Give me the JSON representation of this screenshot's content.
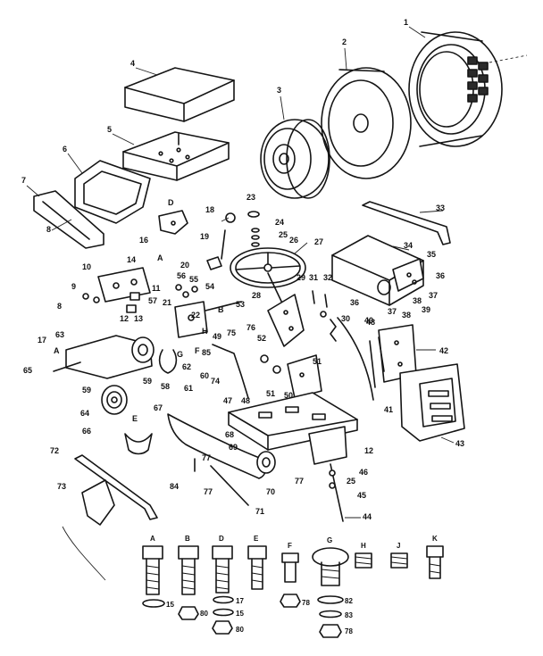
{
  "diagram": {
    "callouts": [
      {
        "id": "c1",
        "text": "1"
      },
      {
        "id": "c2",
        "text": "2"
      },
      {
        "id": "c3",
        "text": "3"
      },
      {
        "id": "c4",
        "text": "4"
      },
      {
        "id": "c5",
        "text": "5"
      },
      {
        "id": "c6",
        "text": "6"
      },
      {
        "id": "c7",
        "text": "7"
      },
      {
        "id": "c8",
        "text": "8"
      },
      {
        "id": "c8b",
        "text": "8"
      },
      {
        "id": "c9",
        "text": "9"
      },
      {
        "id": "c10",
        "text": "10"
      },
      {
        "id": "c11",
        "text": "11"
      },
      {
        "id": "c12",
        "text": "12"
      },
      {
        "id": "c12b",
        "text": "12"
      },
      {
        "id": "c13",
        "text": "13"
      },
      {
        "id": "c14",
        "text": "14"
      },
      {
        "id": "c16",
        "text": "16"
      },
      {
        "id": "c17",
        "text": "17"
      },
      {
        "id": "c18",
        "text": "18"
      },
      {
        "id": "c19",
        "text": "19"
      },
      {
        "id": "c20",
        "text": "20"
      },
      {
        "id": "c21",
        "text": "21"
      },
      {
        "id": "c22",
        "text": "22"
      },
      {
        "id": "c23",
        "text": "23"
      },
      {
        "id": "c24",
        "text": "24"
      },
      {
        "id": "c25",
        "text": "25"
      },
      {
        "id": "c25b",
        "text": "25"
      },
      {
        "id": "c26",
        "text": "26"
      },
      {
        "id": "c27",
        "text": "27"
      },
      {
        "id": "c28",
        "text": "28"
      },
      {
        "id": "c29",
        "text": "29"
      },
      {
        "id": "c30",
        "text": "30"
      },
      {
        "id": "c31",
        "text": "31"
      },
      {
        "id": "c32",
        "text": "32"
      },
      {
        "id": "c33",
        "text": "33"
      },
      {
        "id": "c34",
        "text": "34"
      },
      {
        "id": "c35",
        "text": "35"
      },
      {
        "id": "c36",
        "text": "36"
      },
      {
        "id": "c36b",
        "text": "36"
      },
      {
        "id": "c37",
        "text": "37"
      },
      {
        "id": "c37b",
        "text": "37"
      },
      {
        "id": "c38",
        "text": "38"
      },
      {
        "id": "c38b",
        "text": "38"
      },
      {
        "id": "c39",
        "text": "39"
      },
      {
        "id": "c40",
        "text": "40"
      },
      {
        "id": "c41",
        "text": "41"
      },
      {
        "id": "c42",
        "text": "42"
      },
      {
        "id": "c43",
        "text": "43"
      },
      {
        "id": "c44",
        "text": "44"
      },
      {
        "id": "c45",
        "text": "45"
      },
      {
        "id": "c46",
        "text": "46"
      },
      {
        "id": "c47",
        "text": "47"
      },
      {
        "id": "c48",
        "text": "48"
      },
      {
        "id": "c48b",
        "text": "48"
      },
      {
        "id": "c49",
        "text": "49"
      },
      {
        "id": "c50",
        "text": "50"
      },
      {
        "id": "c51",
        "text": "51"
      },
      {
        "id": "c51b",
        "text": "51"
      },
      {
        "id": "c52",
        "text": "52"
      },
      {
        "id": "c53",
        "text": "53"
      },
      {
        "id": "c54",
        "text": "54"
      },
      {
        "id": "c55",
        "text": "55"
      },
      {
        "id": "c56",
        "text": "56"
      },
      {
        "id": "c57",
        "text": "57"
      },
      {
        "id": "c58",
        "text": "58"
      },
      {
        "id": "c59",
        "text": "59"
      },
      {
        "id": "c59b",
        "text": "59"
      },
      {
        "id": "c60",
        "text": "60"
      },
      {
        "id": "c61",
        "text": "61"
      },
      {
        "id": "c62",
        "text": "62"
      },
      {
        "id": "c63",
        "text": "63"
      },
      {
        "id": "c64",
        "text": "64"
      },
      {
        "id": "c65",
        "text": "65"
      },
      {
        "id": "c66",
        "text": "66"
      },
      {
        "id": "c67",
        "text": "67"
      },
      {
        "id": "c68",
        "text": "68"
      },
      {
        "id": "c69",
        "text": "69"
      },
      {
        "id": "c70",
        "text": "70"
      },
      {
        "id": "c71",
        "text": "71"
      },
      {
        "id": "c72",
        "text": "72"
      },
      {
        "id": "c73",
        "text": "73"
      },
      {
        "id": "c74",
        "text": "74"
      },
      {
        "id": "c75",
        "text": "75"
      },
      {
        "id": "c76",
        "text": "76"
      },
      {
        "id": "c77",
        "text": "77"
      },
      {
        "id": "c77b",
        "text": "77"
      },
      {
        "id": "c77c",
        "text": "77"
      },
      {
        "id": "c84",
        "text": "84"
      },
      {
        "id": "c85",
        "text": "85"
      },
      {
        "id": "cA1",
        "text": "A"
      },
      {
        "id": "cA2",
        "text": "A"
      },
      {
        "id": "cB1",
        "text": "B"
      },
      {
        "id": "cD1",
        "text": "D"
      },
      {
        "id": "cE1",
        "text": "E"
      },
      {
        "id": "cF1",
        "text": "F"
      },
      {
        "id": "cG1",
        "text": "G"
      },
      {
        "id": "cH1",
        "text": "H"
      }
    ],
    "hardware": {
      "letters": [
        "A",
        "B",
        "D",
        "E",
        "F",
        "G",
        "H",
        "J",
        "K"
      ],
      "numbers": [
        {
          "id": "h15a",
          "text": "15"
        },
        {
          "id": "h80a",
          "text": "80"
        },
        {
          "id": "h17",
          "text": "17"
        },
        {
          "id": "h15b",
          "text": "15"
        },
        {
          "id": "h80b",
          "text": "80"
        },
        {
          "id": "h78a",
          "text": "78"
        },
        {
          "id": "h82",
          "text": "82"
        },
        {
          "id": "h83",
          "text": "83"
        },
        {
          "id": "h78b",
          "text": "78"
        }
      ]
    }
  }
}
